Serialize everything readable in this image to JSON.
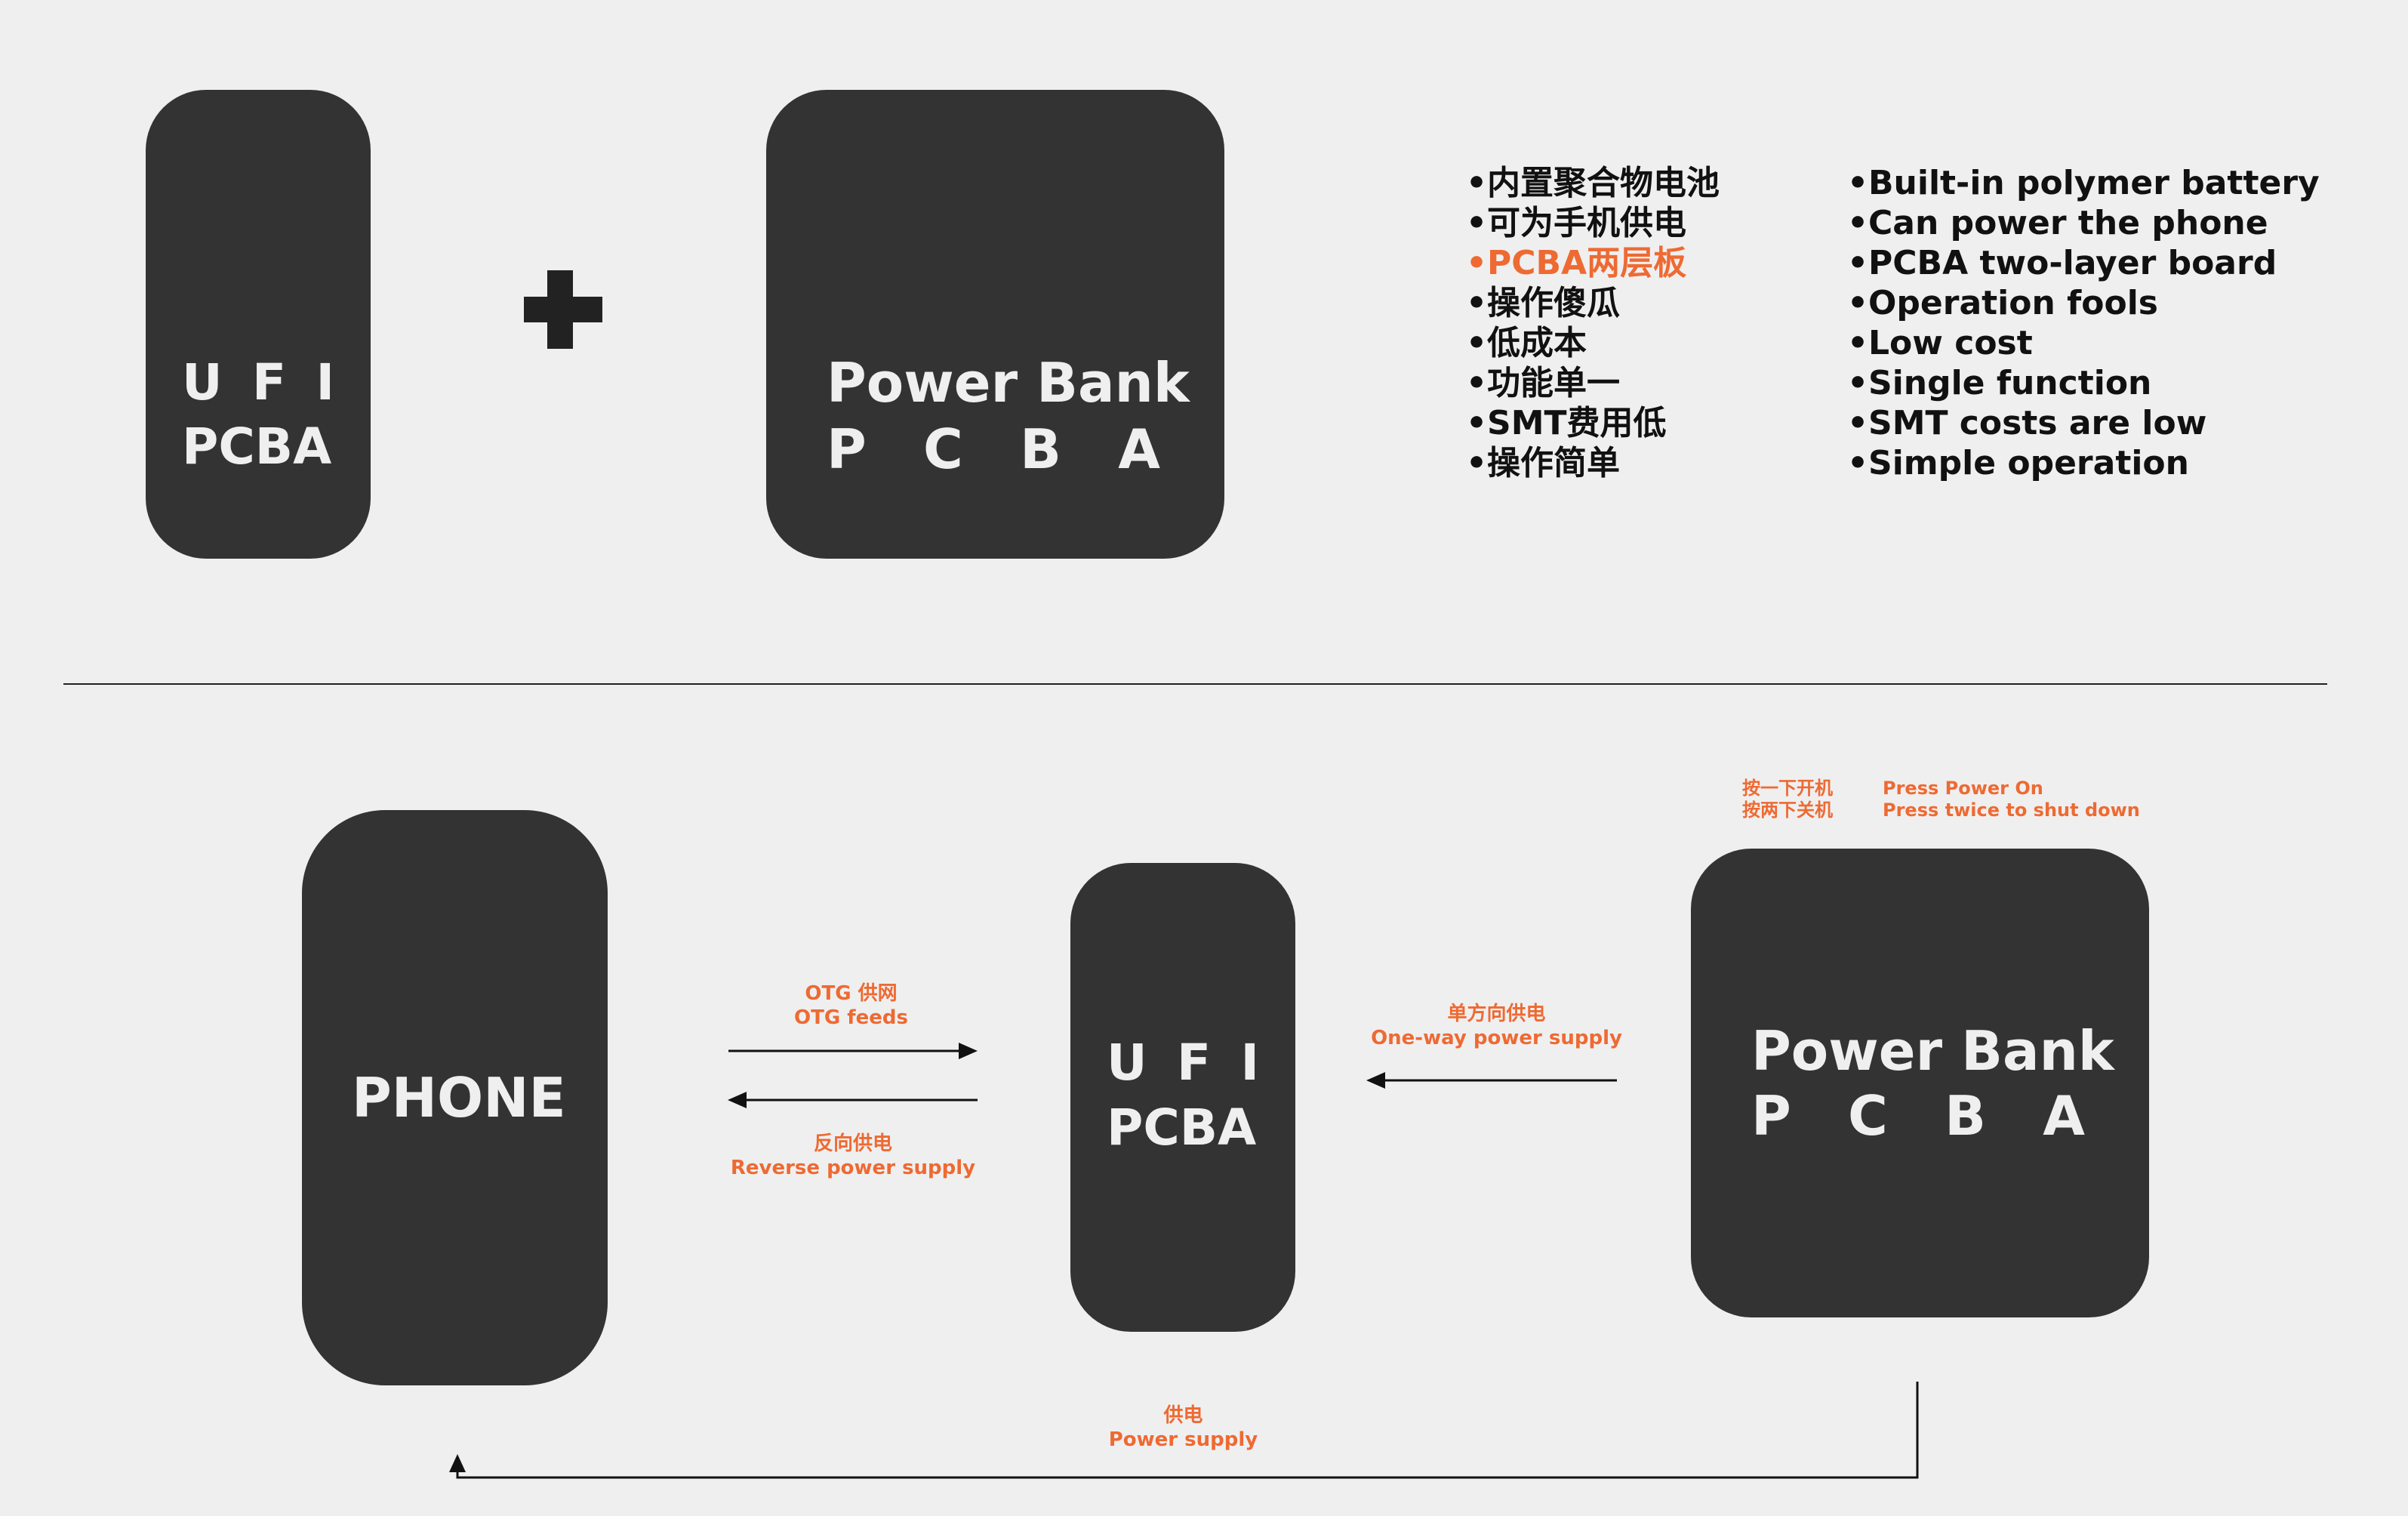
{
  "top_row": {
    "ufi_box": {
      "line1": "U F I",
      "line2": "PCBA"
    },
    "plus_sign": "+",
    "power_bank_box": {
      "line1": "Power Bank",
      "line2_letters": [
        "P",
        "C",
        "B",
        "A"
      ]
    },
    "features_cn": [
      "内置聚合物电池",
      "可为手机供电",
      "PCBA两层板",
      "操作傻瓜",
      "低成本",
      "功能单一",
      "SMT费用低",
      "操作简单"
    ],
    "features_en": [
      "Built-in polymer battery",
      "Can power the phone",
      "PCBA two-layer board",
      "Operation fools",
      "Low cost",
      "Single function",
      "SMT costs are low",
      "Simple operation"
    ],
    "highlight_index": 2
  },
  "bottom_row": {
    "phone_box": "PHONE",
    "ufi_box": {
      "line1": "U F I",
      "line2": "PCBA"
    },
    "power_bank_box": {
      "line1": "Power Bank",
      "line2_letters": [
        "P",
        "C",
        "B",
        "A"
      ]
    },
    "otg_label": {
      "cn": "OTG 供网",
      "en": "OTG feeds"
    },
    "reverse_label": {
      "cn": "反向供电",
      "en": "Reverse power supply"
    },
    "oneway_label": {
      "cn": "单方向供电",
      "en": "One-way power supply"
    },
    "power_note": {
      "cn_line1": "按一下开机",
      "cn_line2": "按两下关机",
      "en_line1": "Press Power On",
      "en_line2": "Press twice to shut down"
    },
    "supply_label": {
      "cn": "供电",
      "en": "Power supply"
    }
  },
  "colors": {
    "background": "#efefef",
    "box": "#333333",
    "box_text": "#efefef",
    "accent": "#ee6a33",
    "ink": "#111111"
  }
}
